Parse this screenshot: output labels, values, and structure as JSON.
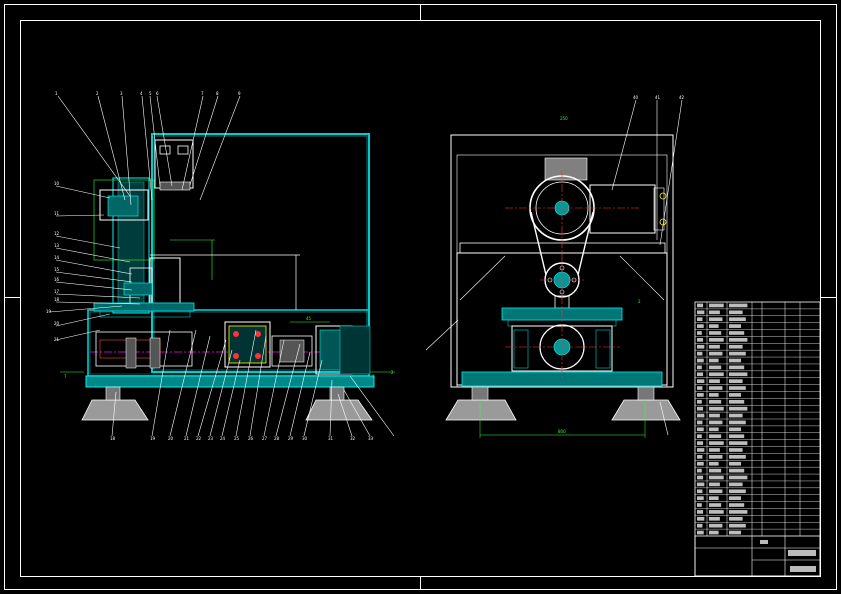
{
  "drawing": {
    "left_view_dimension": "45",
    "right_view_top_label": "250",
    "right_view_bottom_dimension": "800",
    "right_view_side_dim": "2",
    "left_section_marks": [
      "7",
      "1",
      "2"
    ],
    "bottom_callouts_left": [
      "18",
      "19",
      "20",
      "21",
      "22",
      "23",
      "24",
      "25",
      "26",
      "27",
      "28",
      "29",
      "30",
      "31",
      "32",
      "33"
    ],
    "top_callouts_left": [
      "1",
      "2",
      "3",
      "4",
      "5",
      "6",
      "7",
      "8",
      "9"
    ],
    "side_callouts_left": [
      "10",
      "11",
      "12",
      "13",
      "14",
      "15",
      "16",
      "17",
      "18",
      "19",
      "20",
      "21"
    ],
    "callouts_right": [
      "40",
      "41",
      "42"
    ]
  },
  "parts_list": {
    "rows": 34,
    "columns": 7
  },
  "title_block": {
    "drawing_name": "",
    "scale": "",
    "sheet": ""
  }
}
